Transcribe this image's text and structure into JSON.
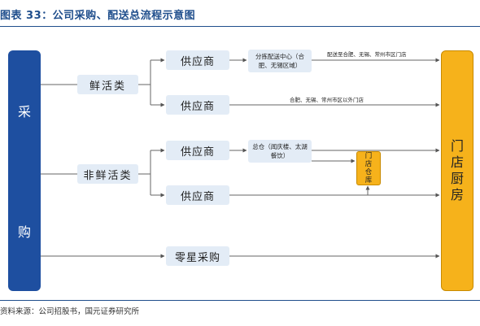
{
  "title": "图表 33：公司采购、配送总流程示意图",
  "source": "资料来源：公司招股书，国元证券研究所",
  "nodes": {
    "procurement": [
      "采",
      "购"
    ],
    "fresh": "鲜活类",
    "non_fresh": "非鲜活类",
    "zero": "零星采购",
    "supplier": "供应商",
    "sorting_center": "分拣配送中心（合肥、无锡区域）",
    "main_warehouse": "总仓（闻庆楼、太湖餐饮）",
    "store_warehouse": [
      "门",
      "店",
      "仓",
      "库"
    ],
    "store_kitchen": [
      "门",
      "店",
      "厨",
      "房"
    ]
  },
  "edge_labels": {
    "center_to_kitchen": "配送至合肥、无锡、常州市区门店",
    "supplier_direct": "合肥、无锡、常州市区以外门店"
  }
}
